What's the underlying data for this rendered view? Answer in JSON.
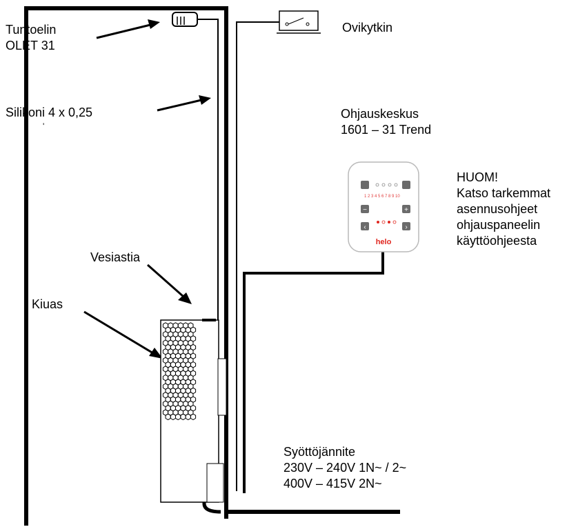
{
  "labels": {
    "sensor": [
      "Tuntoelin",
      "OLET 31"
    ],
    "door_switch": "Ovikytkin",
    "cable": "Silikoni 4 x 0,25",
    "cable_mark": "'",
    "control_unit": [
      "Ohjauskeskus",
      "1601 – 31 Trend"
    ],
    "note": [
      "HUOM!",
      "Katso tarkemmat",
      "asennusohjeet",
      "ohjauspaneelin",
      "käyttöohjeesta"
    ],
    "water_bowl": "Vesiastia",
    "heater": "Kiuas",
    "supply": [
      "Syöttöjännite",
      "230V – 240V 1N~ / 2~",
      "400V – 415V 2N~"
    ]
  },
  "panel": {
    "brand": "helo",
    "numbers": "1 2 3 4 5 6 7 8 9 10",
    "minus": "−",
    "plus": "+",
    "left": "‹",
    "right": "›"
  },
  "colors": {
    "line": "#000000",
    "panel_red": "#e0261f",
    "panel_button": "#6b6b6b"
  }
}
